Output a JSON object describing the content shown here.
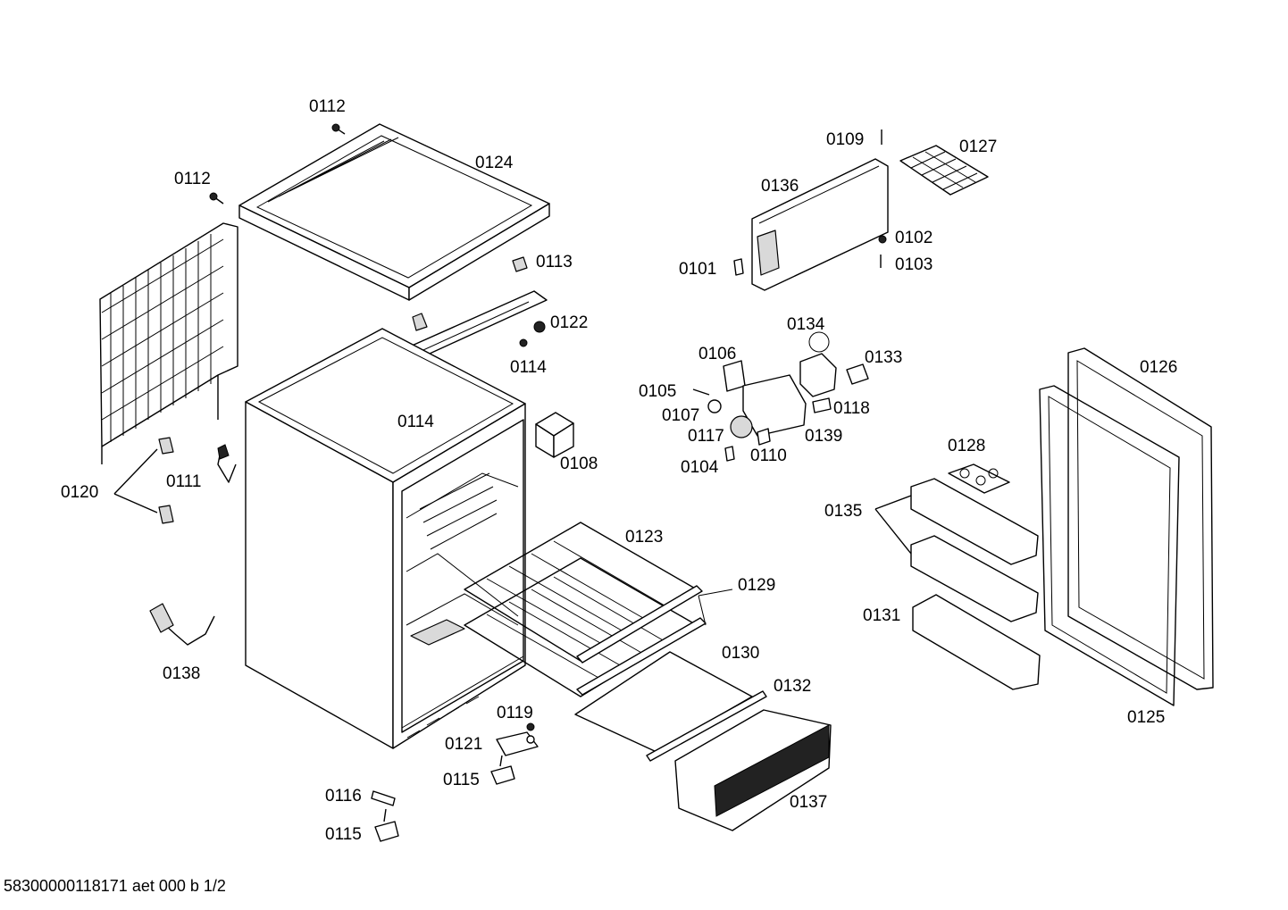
{
  "footer": {
    "document_code": "58300000118171 aet 000 b 1/2"
  },
  "callouts": {
    "p0112a": "0112",
    "p0112b": "0112",
    "p0124": "0124",
    "p0113": "0113",
    "p0122": "0122",
    "p0114a": "0114",
    "p0114b": "0114",
    "p0108": "0108",
    "p0120": "0120",
    "p0111": "0111",
    "p0138": "0138",
    "p0123": "0123",
    "p0129": "0129",
    "p0130": "0130",
    "p0132": "0132",
    "p0137": "0137",
    "p0119": "0119",
    "p0121": "0121",
    "p0115a": "0115",
    "p0116": "0116",
    "p0115b": "0115",
    "p0109": "0109",
    "p0127": "0127",
    "p0136": "0136",
    "p0102": "0102",
    "p0103": "0103",
    "p0101": "0101",
    "p0134": "0134",
    "p0106": "0106",
    "p0133": "0133",
    "p0105": "0105",
    "p0107": "0107",
    "p0118": "0118",
    "p0117": "0117",
    "p0139": "0139",
    "p0104": "0104",
    "p0110": "0110",
    "p0126": "0126",
    "p0128": "0128",
    "p0135": "0135",
    "p0131": "0131",
    "p0125": "0125"
  }
}
